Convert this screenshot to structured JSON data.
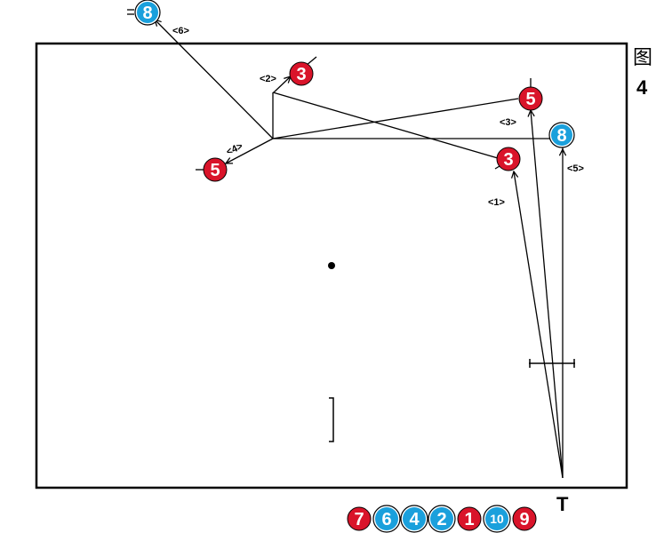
{
  "figure": {
    "label": "图",
    "number": "4"
  },
  "cue_mark": "T",
  "colors": {
    "red": "#d9142a",
    "blue": "#1aa0dc",
    "line": "#000000",
    "cloth": "#ffffff"
  },
  "paths": [
    {
      "id": "1",
      "label": "<1>"
    },
    {
      "id": "2",
      "label": "<2>"
    },
    {
      "id": "3",
      "label": "<3>"
    },
    {
      "id": "4",
      "label": "<4>"
    },
    {
      "id": "5",
      "label": "<5>"
    },
    {
      "id": "6",
      "label": "<6>"
    }
  ],
  "table_balls": [
    {
      "id": "ball-8-top",
      "number": "8",
      "color": "blue",
      "ring": true
    },
    {
      "id": "ball-3-mid",
      "number": "3",
      "color": "red",
      "ring": false
    },
    {
      "id": "ball-5-right",
      "number": "5",
      "color": "red",
      "ring": false
    },
    {
      "id": "ball-8-right",
      "number": "8",
      "color": "blue",
      "ring": true
    },
    {
      "id": "ball-3-right",
      "number": "3",
      "color": "red",
      "ring": false
    },
    {
      "id": "ball-5-left",
      "number": "5",
      "color": "red",
      "ring": false
    }
  ],
  "remaining_balls": [
    {
      "number": "7",
      "color": "red"
    },
    {
      "number": "6",
      "color": "blue"
    },
    {
      "number": "4",
      "color": "blue"
    },
    {
      "number": "2",
      "color": "blue"
    },
    {
      "number": "1",
      "color": "red"
    },
    {
      "number": "10",
      "color": "blue"
    },
    {
      "number": "9",
      "color": "red"
    }
  ]
}
